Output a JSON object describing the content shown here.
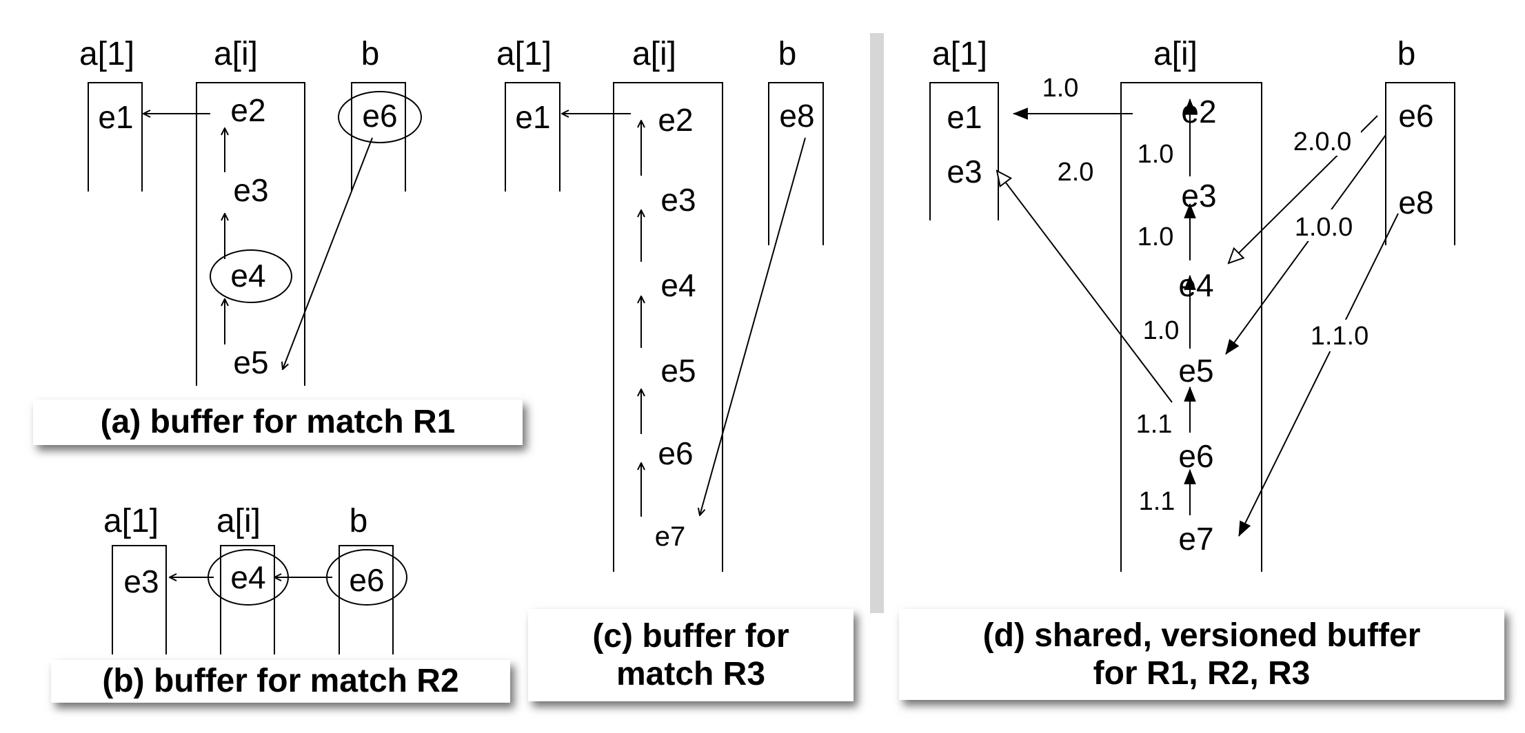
{
  "colors": {
    "ink": "#000000",
    "divider": "#d6d6d6",
    "background": "#ffffff"
  },
  "panel_a": {
    "headers": [
      "a[1]",
      "a[i]",
      "b"
    ],
    "events": [
      "e1",
      "e2",
      "e3",
      "e4",
      "e5",
      "e6"
    ],
    "caption": "(a) buffer for match R1"
  },
  "panel_b": {
    "headers": [
      "a[1]",
      "a[i]",
      "b"
    ],
    "events": [
      "e3",
      "e4",
      "e6"
    ],
    "caption": "(b) buffer for match R2"
  },
  "panel_c": {
    "headers": [
      "a[1]",
      "a[i]",
      "b"
    ],
    "events": [
      "e1",
      "e2",
      "e3",
      "e4",
      "e5",
      "e6",
      "e7",
      "e8"
    ],
    "caption_line1": "(c) buffer for",
    "caption_line2": "match R3"
  },
  "panel_d": {
    "headers": [
      "a[1]",
      "a[i]",
      "b"
    ],
    "events": [
      "e1",
      "e3",
      "e2",
      "e3",
      "e4",
      "e5",
      "e6",
      "e7",
      "e6",
      "e8"
    ],
    "versions": [
      "1.0",
      "2.0",
      "1.0",
      "1.0",
      "1.0",
      "1.1",
      "1.1",
      "2.0.0",
      "1.0.0",
      "1.1.0"
    ],
    "caption_line1": "(d) shared, versioned buffer",
    "caption_line2": "for R1, R2, R3"
  }
}
